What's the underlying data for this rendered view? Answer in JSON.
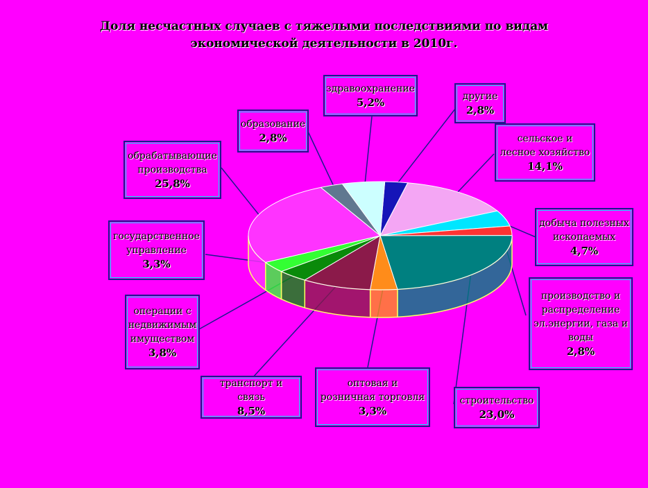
{
  "title": [
    "Доля несчастных случаев с тяжелыми последствиями по видам",
    "экономической деятельности в 2010г."
  ],
  "chart_data": {
    "type": "pie",
    "title": "Доля несчастных случаев с тяжелыми последствиями по видам экономической деятельности в 2010г.",
    "unit": "%",
    "slices": [
      {
        "label": "другие",
        "value": 2.8,
        "value_text": "2,8%",
        "color": "#1515b8"
      },
      {
        "label": "сельское и лесное хозяйство",
        "value": 14.1,
        "value_text": "14,1%",
        "color": "#f4a6f4"
      },
      {
        "label": "добыча полезных ископаемых",
        "value": 4.7,
        "value_text": "4,7%",
        "color": "#00e6ff"
      },
      {
        "label": "производство и распределение эл.энергии, газа и воды",
        "value": 2.8,
        "value_text": "2,8%",
        "color": "#ff3333"
      },
      {
        "label": "строительство",
        "value": 23.0,
        "value_text": "23,0%",
        "color": "#008080"
      },
      {
        "label": "оптовая и розничная торговля",
        "value": 3.3,
        "value_text": "3,3%",
        "color": "#ff8c1a"
      },
      {
        "label": "транспорт и связь",
        "value": 8.5,
        "value_text": "8,5%",
        "color": "#8b1a4a"
      },
      {
        "label": "операции с недвижимым имуществом",
        "value": 3.8,
        "value_text": "3,8%",
        "color": "#0a8a0a"
      },
      {
        "label": "государственное управление",
        "value": 3.3,
        "value_text": "3,3%",
        "color": "#33ff33"
      },
      {
        "label": "обрабатывающие производства",
        "value": 25.8,
        "value_text": "25,8%",
        "color": "#ff33ff"
      },
      {
        "label": "образование",
        "value": 2.8,
        "value_text": "2,8%",
        "color": "#607890"
      },
      {
        "label": "здравоохранение",
        "value": 5.2,
        "value_text": "5,2%",
        "color": "#ccffff"
      }
    ],
    "extra_slice_color": "#ffff00"
  }
}
